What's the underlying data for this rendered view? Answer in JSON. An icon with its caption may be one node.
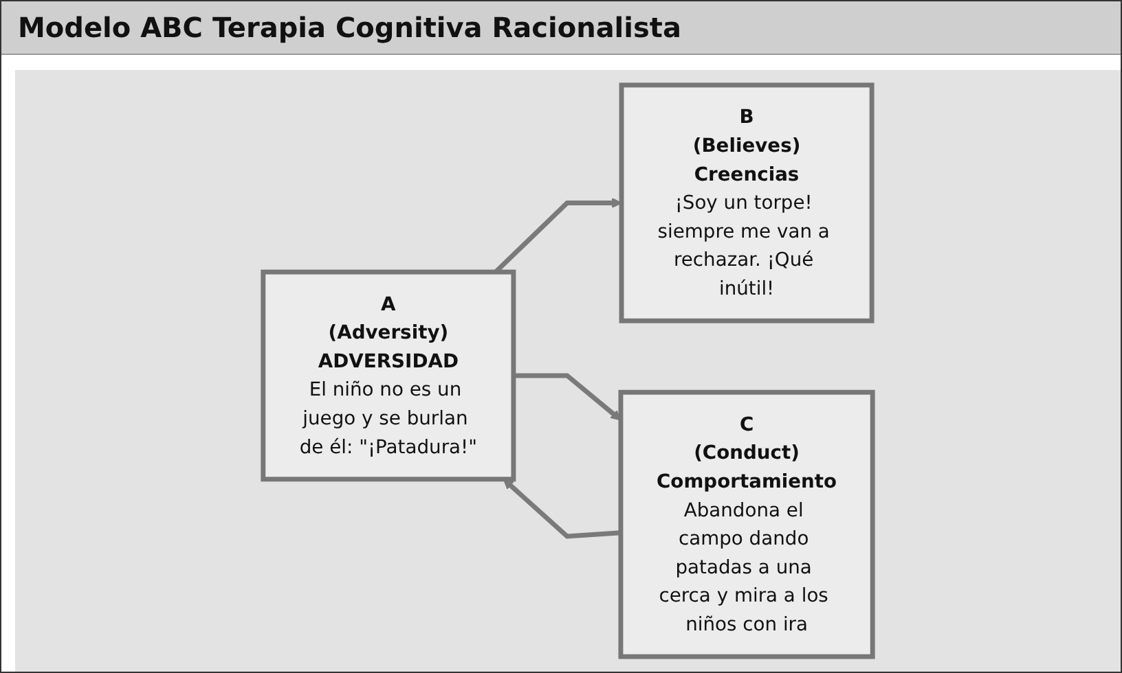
{
  "diagram": {
    "title": "Modelo ABC Terapia Cognitiva Racionalista",
    "nodes": [
      {
        "text": [
          "A",
          "(Adversity)",
          "ADVERSIDAD",
          "El niño no es un juego y se burlan de él: \"¡Patadura!\""
        ]
      },
      {
        "text": [
          "B",
          "(Believes)",
          "Creencias",
          "¡Soy un torpe! siempre me van a rechazar. ¡Qué inútil!"
        ]
      },
      {
        "text": [
          "C",
          "(Conduct)",
          "Comportamiento",
          "Abandona el campo dando patadas a una cerca y mira a los niños con ira"
        ]
      }
    ],
    "edges": [
      {
        "from": 0,
        "to": 1,
        "arrow": "to"
      },
      {
        "from": 0,
        "to": 2,
        "arrow": "to"
      },
      {
        "from": 2,
        "to": 0,
        "arrow": "to"
      }
    ]
  }
}
